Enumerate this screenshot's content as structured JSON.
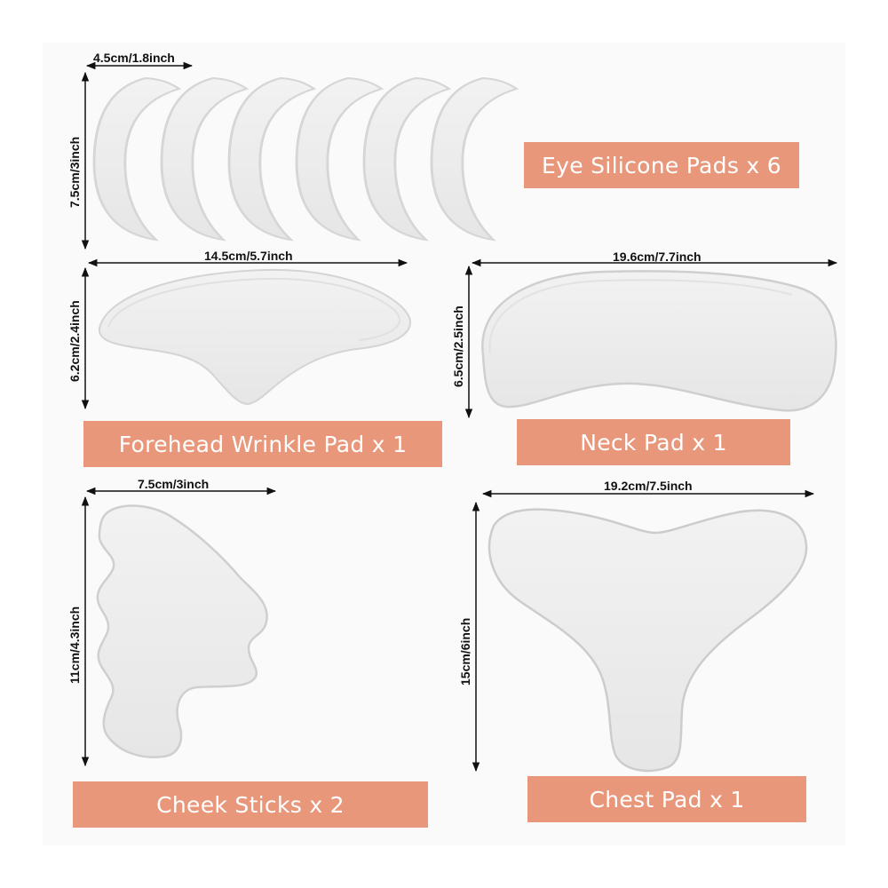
{
  "colors": {
    "label_background": "#e8977a",
    "label_text": "#ffffff",
    "pad_fill": "#eeeeee",
    "pad_edge": "#d9d9d9",
    "dimension_line": "#111111"
  },
  "items": {
    "eye": {
      "label": "Eye Silicone Pads x 6",
      "count": 6,
      "width": "4.5cm/1.8inch",
      "height": "7.5cm/3inch"
    },
    "forehead": {
      "label": "Forehead Wrinkle Pad x 1",
      "width": "14.5cm/5.7inch",
      "height": "6.2cm/2.4inch"
    },
    "neck": {
      "label": "Neck Pad x 1",
      "width": "19.6cm/7.7inch",
      "height": "6.5cm/2.5inch"
    },
    "cheek": {
      "label": "Cheek Sticks x 2",
      "width": "7.5cm/3inch",
      "height": "11cm/4.3inch"
    },
    "chest": {
      "label": "Chest Pad x 1",
      "width": "19.2cm/7.5inch",
      "height": "15cm/6inch"
    }
  }
}
